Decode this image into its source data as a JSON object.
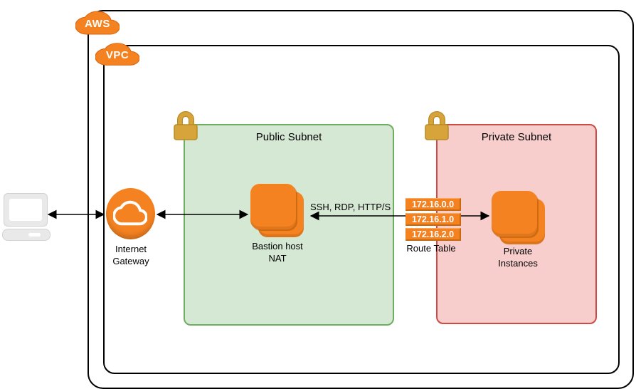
{
  "diagram": {
    "aws_label": "AWS",
    "vpc_label": "VPC",
    "internet_gateway": {
      "label_line1": "Internet",
      "label_line2": "Gateway"
    },
    "public_subnet": {
      "title": "Public Subnet",
      "bastion": {
        "label_line1": "Bastion host",
        "label_line2": "NAT"
      }
    },
    "private_subnet": {
      "title": "Private Subnet",
      "instances": {
        "label_line1": "Private",
        "label_line2": "Instances"
      }
    },
    "route_table": {
      "label": "Route Table",
      "entries": [
        "172.16.0.0",
        "172.16.1.0",
        "172.16.2.0"
      ]
    },
    "connection_label": "SSH, RDP, HTTP/S",
    "colors": {
      "aws_orange": "#F58220",
      "orange_dark": "#D86613",
      "subnet_green_fill": "#D5E8D4",
      "subnet_green_border": "#6FAE5E",
      "subnet_red_fill": "#F8CECC",
      "subnet_red_border": "#CC4B44",
      "lock_gold": "#D7A43B",
      "connector_black": "#000000"
    }
  }
}
